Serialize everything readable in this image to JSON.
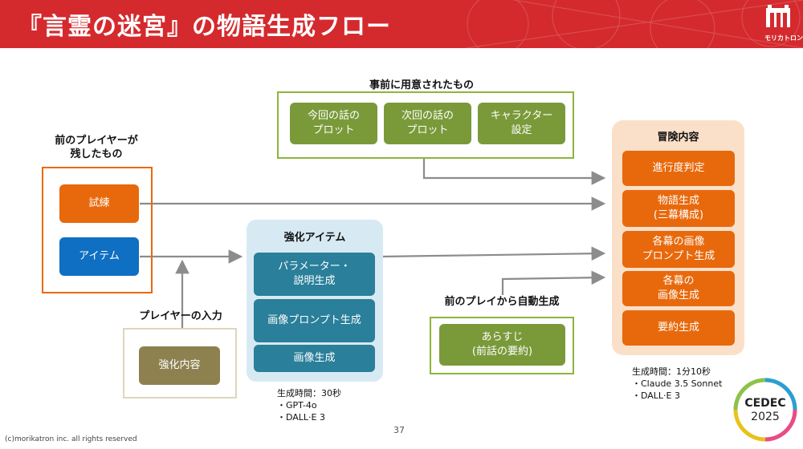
{
  "slide": {
    "title": "『言霊の迷宮』の物語生成フロー",
    "logo_text": "モリカトロン",
    "page_number": "37",
    "copyright": "(c)morikatron inc. all rights reserved",
    "cedec": {
      "name": "CEDEC",
      "year": "2025"
    }
  },
  "prepared": {
    "label": "事前に用意されたもの",
    "items": [
      "今回の話の\nプロット",
      "次回の話の\nプロット",
      "キャラクター\n設定"
    ]
  },
  "previous_player": {
    "label": "前のプレイヤーが\n残したもの",
    "items": [
      "試練",
      "アイテム"
    ]
  },
  "player_input": {
    "label": "プレイヤーの入力",
    "item": "強化内容"
  },
  "enhanced_item": {
    "label": "強化アイテム",
    "items": [
      "パラメーター・\n説明生成",
      "画像プロンプト生成",
      "画像生成"
    ],
    "note": "生成時間：30秒\n・GPT-4o\n・DALL·E 3"
  },
  "auto_generated": {
    "label": "前のプレイから自動生成",
    "item": "あらすじ\n(前話の要約)"
  },
  "adventure": {
    "label": "冒険内容",
    "items": [
      "進行度判定",
      "物語生成\n(三幕構成)",
      "各幕の画像\nプロンプト生成",
      "各幕の\n画像生成",
      "要約生成"
    ],
    "note": "生成時間：1分10秒\n・Claude 3.5 Sonnet\n・DALL·E 3"
  },
  "colors": {
    "header_red": "#d42a2e",
    "green": "#7a9a3a",
    "orange": "#e8690c",
    "blue": "#0f6fc2",
    "teal": "#2a7f9a",
    "olive": "#8e8150",
    "arrow_gray": "#8c8c8c"
  }
}
